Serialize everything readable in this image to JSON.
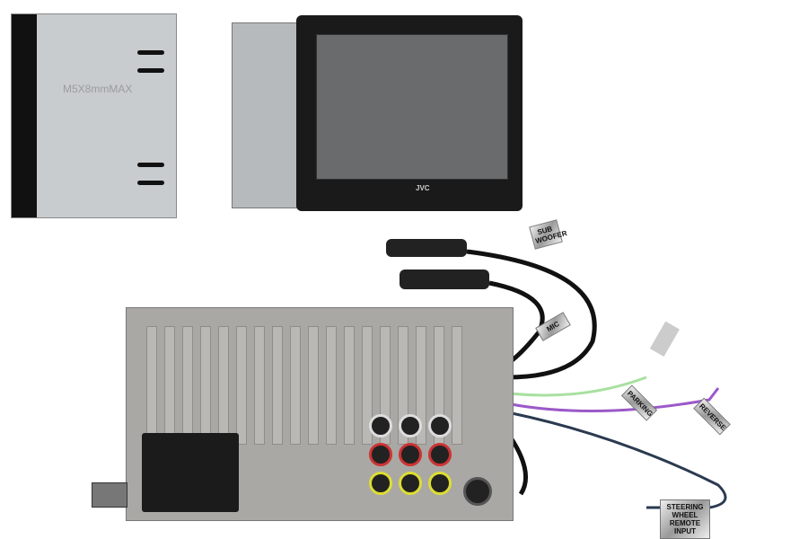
{
  "product": {
    "chassis_stamp": "M5X8mmMAX",
    "brand": "JVC",
    "wire_labels": {
      "subwoofer": "SUB WOOFER",
      "mic": "MIC",
      "parking": "PARKING",
      "reverse": "REVERSE",
      "steering": "STEERING WHEEL REMOTE INPUT"
    }
  },
  "colors": {
    "parking_wire": "#a8e0a0",
    "reverse_wire": "#9b59c8",
    "steering_wire": "#2a3a50",
    "cable": "#111111"
  }
}
